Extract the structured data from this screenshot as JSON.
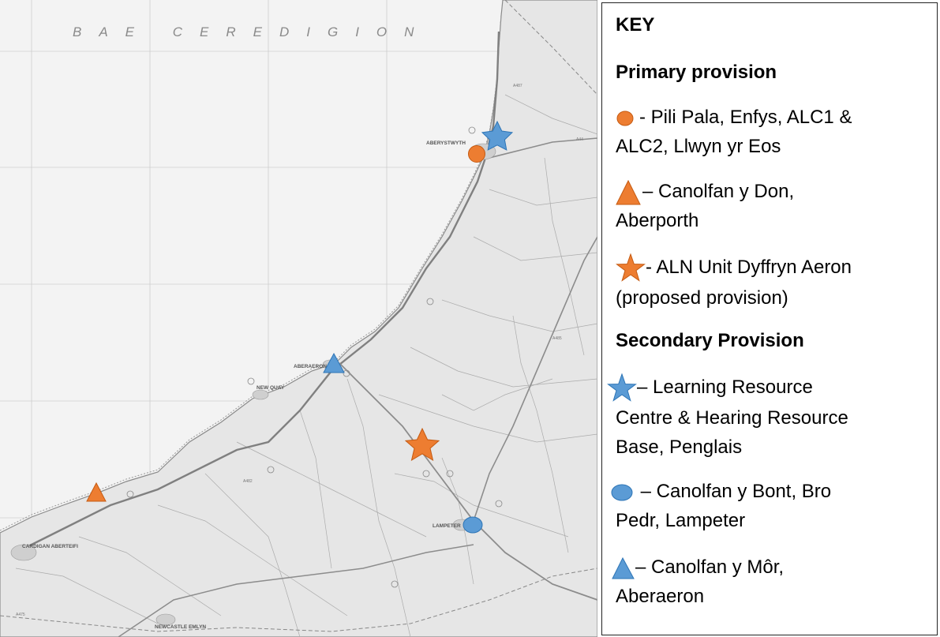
{
  "map": {
    "sea_label": "BAE CEREDIGION",
    "place_labels": [
      "ABERYSTWYTH",
      "ABERAERON",
      "NEW QUAY",
      "LAMPETER",
      "CARDIGAN ABERTEIFI",
      "NEWCASTLE EMLYN"
    ],
    "road_labels": [
      "A487",
      "A482",
      "A44",
      "A485",
      "A475"
    ],
    "colors": {
      "orange": "#ED7D31",
      "blue": "#5B9BD5",
      "stroke_orange": "#C55A11",
      "stroke_blue": "#2E75B6"
    }
  },
  "key": {
    "title": "KEY",
    "primary_heading": "Primary provision",
    "primary_items": [
      {
        "symbol": "orange-circle",
        "lines": [
          "- Pili Pala, Enfys, ALC1 &",
          "ALC2, Llwyn yr Eos"
        ]
      },
      {
        "symbol": "orange-triangle",
        "lines": [
          "– Canolfan y Don,",
          "Aberporth"
        ]
      },
      {
        "symbol": "orange-star",
        "lines": [
          "- ALN Unit Dyffryn Aeron",
          "(proposed provision)"
        ]
      }
    ],
    "secondary_heading": "Secondary Provision",
    "secondary_items": [
      {
        "symbol": "blue-star",
        "lines": [
          "– Learning Resource",
          "Centre & Hearing Resource",
          "Base, Penglais"
        ]
      },
      {
        "symbol": "blue-ellipse",
        "lines": [
          " – Canolfan y Bont, Bro",
          "Pedr, Lampeter"
        ]
      },
      {
        "symbol": "blue-triangle",
        "lines": [
          "– Canolfan y Môr,",
          "Aberaeron"
        ]
      }
    ]
  }
}
